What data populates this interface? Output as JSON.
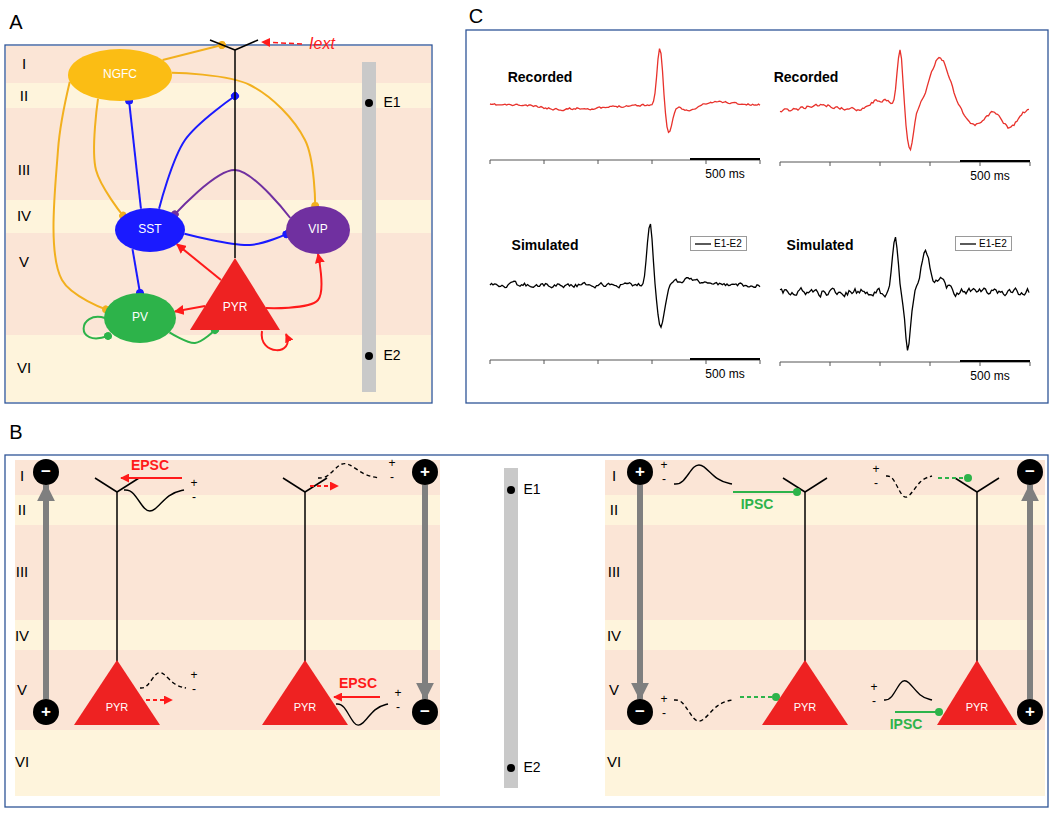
{
  "diagram": {
    "nodes": [
      {
        "text": [
          "NGFC"
        ]
      },
      {
        "text": [
          "SST"
        ]
      },
      {
        "text": [
          "VIP"
        ]
      },
      {
        "text": [
          "PV"
        ]
      },
      {
        "text": [
          "PYR"
        ]
      },
      {
        "text": [
          "−"
        ]
      },
      {
        "text": [
          "+"
        ]
      },
      {
        "text": [
          "PYR"
        ]
      },
      {
        "text": [
          "+"
        ]
      },
      {
        "text": [
          "−"
        ]
      },
      {
        "text": [
          "PYR"
        ]
      },
      {
        "text": [
          "+"
        ]
      },
      {
        "text": [
          "−"
        ]
      },
      {
        "text": [
          "PYR"
        ]
      },
      {
        "text": [
          "−"
        ]
      },
      {
        "text": [
          "+"
        ]
      },
      {
        "text": [
          "PYR"
        ]
      }
    ],
    "edges": [
      {
        "from": 0,
        "to": 4,
        "arrow": "to"
      },
      {
        "from": 0,
        "to": 1,
        "arrow": "to"
      },
      {
        "from": 0,
        "to": 3,
        "arrow": "to"
      },
      {
        "from": 0,
        "to": 2,
        "arrow": "to"
      },
      {
        "from": 1,
        "to": 0,
        "arrow": "to"
      },
      {
        "from": 1,
        "to": 4,
        "arrow": "to"
      },
      {
        "from": 1,
        "to": 3,
        "arrow": "to"
      },
      {
        "from": 1,
        "to": 2,
        "arrow": "to"
      },
      {
        "from": 2,
        "to": 1,
        "arrow": "to"
      },
      {
        "from": 4,
        "to": 1,
        "arrow": "to"
      },
      {
        "from": 4,
        "to": 3,
        "arrow": "to"
      },
      {
        "from": 3,
        "to": 4,
        "arrow": "to"
      },
      {
        "from": 4,
        "to": 2,
        "arrow": "to"
      },
      {
        "from": 6,
        "to": 5,
        "arrow": "to"
      },
      {
        "from": 8,
        "to": 9,
        "arrow": "to"
      },
      {
        "from": 11,
        "to": 12,
        "arrow": "to"
      },
      {
        "from": 15,
        "to": 14,
        "arrow": "to"
      }
    ],
    "labels": [
      "A",
      "B",
      "C",
      "I",
      "II",
      "III",
      "IV",
      "V",
      "VI",
      "Iext",
      "E1",
      "E2",
      "I",
      "II",
      "III",
      "IV",
      "V",
      "VI",
      "+",
      "-",
      "+",
      "-",
      "EPSC",
      "+",
      "-",
      "+",
      "-",
      "EPSC",
      "E1",
      "E2",
      "I",
      "II",
      "III",
      "IV",
      "V",
      "VI",
      "+",
      "-",
      "IPSC",
      "+",
      "-",
      "+",
      "-",
      "+",
      "-",
      "IPSC",
      "Recorded",
      "500 ms",
      "Recorded",
      "500 ms",
      "Simulated",
      "500 ms",
      "Simulated",
      "500 ms"
    ],
    "legend": [
      {
        "text": "E1-E2"
      },
      {
        "text": "E1-E2"
      }
    ]
  }
}
